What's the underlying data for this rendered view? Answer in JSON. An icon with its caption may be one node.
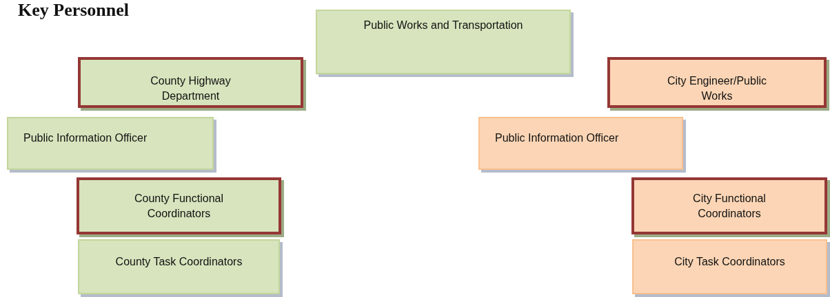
{
  "diagram": {
    "title": "Key Personnel",
    "nodes": [
      {
        "text": [
          "Public Works and Transportation"
        ]
      },
      {
        "text": [
          "County Highway Department"
        ]
      },
      {
        "text": [
          "City Engineer/Public Works"
        ]
      },
      {
        "text": [
          "Public Information Officer"
        ]
      },
      {
        "text": [
          "Public Information Officer"
        ]
      },
      {
        "text": [
          "County Functional Coordinators"
        ]
      },
      {
        "text": [
          "City Functional Coordinators"
        ]
      },
      {
        "text": [
          "County Task Coordinators"
        ]
      },
      {
        "text": [
          "City Task Coordinators"
        ]
      }
    ]
  }
}
